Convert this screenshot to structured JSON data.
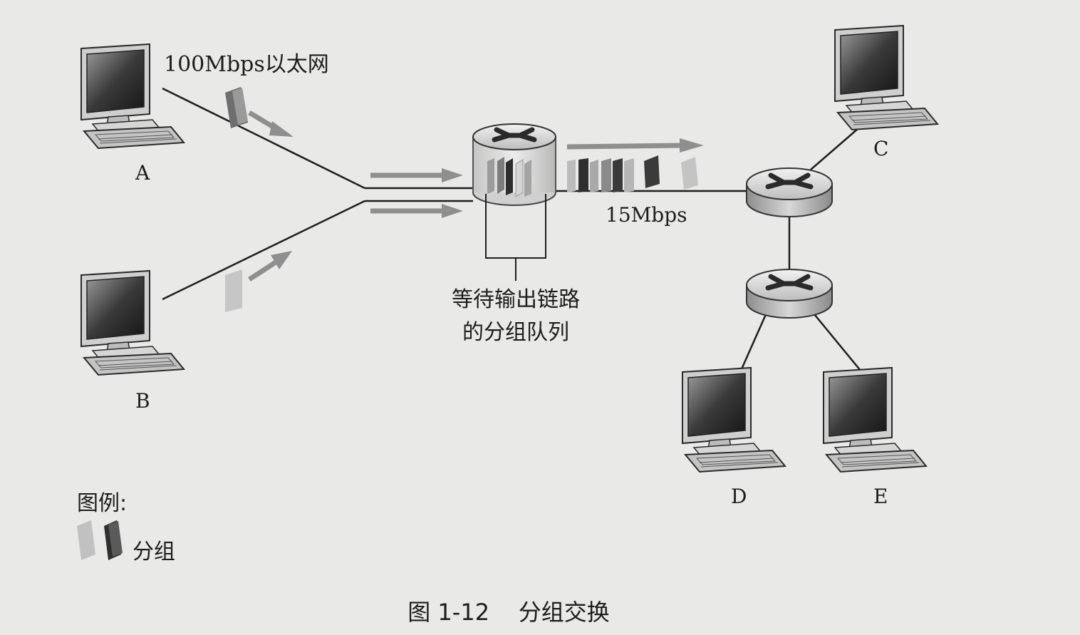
{
  "diagram": {
    "hosts": {
      "a": "A",
      "b": "B",
      "c": "C",
      "d": "D",
      "e": "E"
    },
    "links": {
      "ethernet_label": "100Mbps以太网",
      "output_rate_label": "15Mbps"
    },
    "queue_label": {
      "line1": "等待输出链路",
      "line2": "的分组队列"
    },
    "legend": {
      "title": "图例:",
      "packet_label": "分组"
    },
    "caption": "图 1-12    分组交换"
  }
}
